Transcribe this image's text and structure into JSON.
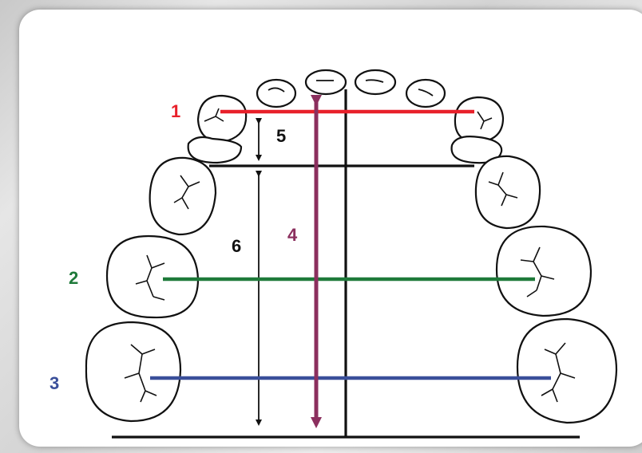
{
  "colors": {
    "line_1": "#e8202a",
    "line_2": "#1f7a3a",
    "line_3": "#3a4f9a",
    "arrow_4": "#8b2f5e",
    "black": "#111111"
  },
  "labels": {
    "l1": "1",
    "l2": "2",
    "l3": "3",
    "l4": "4",
    "l5": "5",
    "l6": "6"
  }
}
